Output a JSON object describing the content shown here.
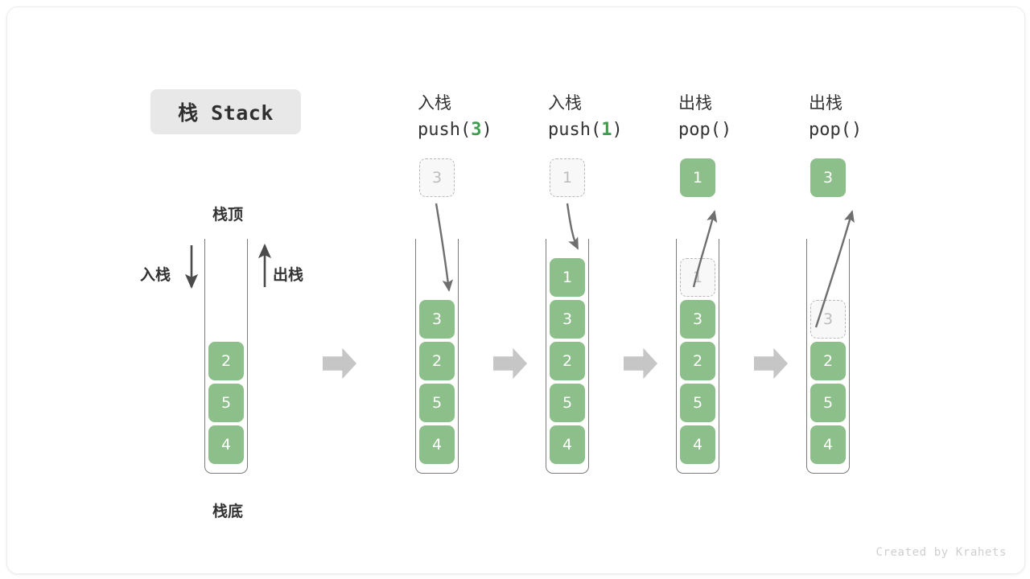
{
  "title": {
    "chip_label": "栈 Stack"
  },
  "legend": {
    "top_label": "栈顶",
    "bottom_label": "栈底",
    "push_label": "入栈",
    "pop_label": "出栈"
  },
  "credit": "Created by Krahets",
  "colors": {
    "cell_fill": "#8cbf89",
    "cell_text": "#ffffff",
    "ghost_fill": "#f8f8f8",
    "ghost_border": "#b9b9b9",
    "ghost_text": "#bdbdbd",
    "tube_stroke": "#7a7a7a",
    "block_arrow": "#c6c6c6",
    "accent_green": "#3e9e4e",
    "chip_bg": "#e8e8e8",
    "text": "#333333",
    "credit_text": "#cfcfcf"
  },
  "columns": [
    {
      "id": "initial",
      "header_cn": "",
      "header_code_pre": "",
      "header_code_arg": "",
      "header_code_post": "",
      "stack": [
        "2",
        "5",
        "4"
      ],
      "incoming": null,
      "outgoing": null
    },
    {
      "id": "push-3",
      "header_cn": "入栈",
      "header_code_pre": "push(",
      "header_code_arg": "3",
      "header_code_post": ")",
      "stack": [
        "3",
        "2",
        "5",
        "4"
      ],
      "incoming": "3",
      "outgoing": null
    },
    {
      "id": "push-1",
      "header_cn": "入栈",
      "header_code_pre": "push(",
      "header_code_arg": "1",
      "header_code_post": ")",
      "stack": [
        "1",
        "3",
        "2",
        "5",
        "4"
      ],
      "incoming": "1",
      "outgoing": null
    },
    {
      "id": "pop-1",
      "header_cn": "出栈",
      "header_code_pre": "pop(",
      "header_code_arg": "",
      "header_code_post": ")",
      "stack": [
        "3",
        "2",
        "5",
        "4"
      ],
      "ghost_top": "1",
      "incoming": null,
      "outgoing": "1"
    },
    {
      "id": "pop-3",
      "header_cn": "出栈",
      "header_code_pre": "pop(",
      "header_code_arg": "",
      "header_code_post": ")",
      "stack": [
        "2",
        "5",
        "4"
      ],
      "ghost_top": "3",
      "incoming": null,
      "outgoing": "3"
    }
  ]
}
